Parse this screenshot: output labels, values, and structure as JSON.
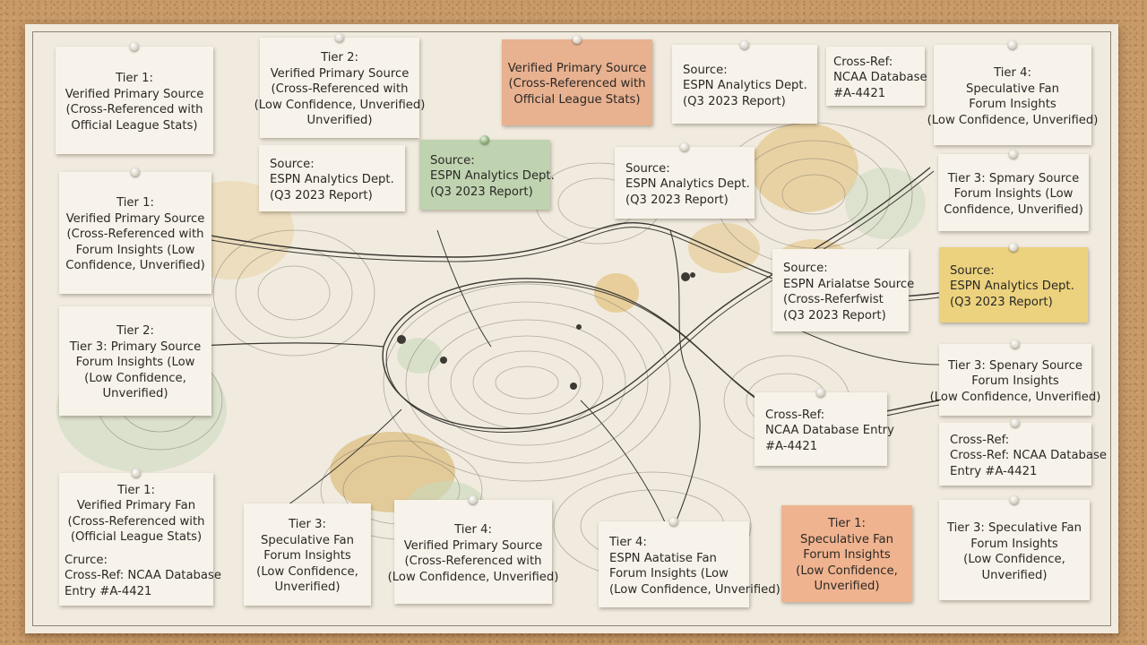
{
  "notes": [
    {
      "lines": [
        "Tier 1:",
        "Verified Primary Source",
        "(Cross-Referenced with",
        "Official League Stats)"
      ]
    },
    {
      "lines": [
        "Tier 2:",
        "Verified Primary Source",
        "(Cross-Referenced with",
        "(Low Confidence, Unverified)",
        "Unverified)"
      ]
    },
    {
      "lines": [
        "Verified Primary Source",
        "(Cross-Referenced with",
        "Official League Stats)"
      ]
    },
    {
      "lines": [
        "Source:",
        "ESPN Analytics Dept.",
        "(Q3 2023 Report)"
      ]
    },
    {
      "lines": [
        "Cross-Ref:",
        "NCAA Database",
        "#A-4421"
      ]
    },
    {
      "lines": [
        "Tier 4:",
        "Speculative Fan",
        "Forum Insights",
        "(Low Confidence, Unverified)"
      ]
    },
    {
      "lines": [
        "Source:",
        "ESPN Analytics Dept.",
        "(Q3 2023 Report)"
      ]
    },
    {
      "lines": [
        "Source:",
        "ESPN Analytics Dept.",
        "(Q3 2023 Report)"
      ]
    },
    {
      "lines": [
        "Source:",
        "ESPN Analytics Dept.",
        "(Q3 2023 Report)"
      ]
    },
    {
      "lines": [
        "Tier 1:",
        "Verified Primary Source",
        "(Cross-Referenced with",
        "Forum Insights (Low",
        "Confidence, Unverified)"
      ]
    },
    {
      "lines": [
        "Tier 3: Spmary Source",
        "Forum Insights (Low",
        "Confidence, Unverified)"
      ]
    },
    {
      "lines": [
        "Source:",
        "ESPN Arialatse Source",
        "(Cross-Referfwist",
        "(Q3 2023 Report)"
      ]
    },
    {
      "lines": [
        "Source:",
        "ESPN Analytics Dept.",
        "(Q3 2023 Report)"
      ]
    },
    {
      "lines": [
        "Tier 2:",
        "Tier 3: Primary Source",
        "Forum Insights (Low",
        "(Low Confidence,",
        "Unverified)"
      ]
    },
    {
      "lines": [
        "Tier 3: Spenary Source",
        "Forum Insights",
        "(Low Confidence, Unverified)"
      ]
    },
    {
      "lines": [
        "Cross-Ref:",
        "NCAA Database Entry",
        "#A-4421"
      ]
    },
    {
      "lines": [
        "Cross-Ref:",
        "Cross-Ref: NCAA Database",
        "Entry #A-4421"
      ]
    },
    {
      "lines": [
        "Tier 1:",
        "Verified Primary Fan",
        "(Cross-Referenced with",
        "(Official League Stats)"
      ],
      "sub": [
        "Crurce:",
        "Cross-Ref: NCAA Database",
        "Entry #A-4421"
      ]
    },
    {
      "lines": [
        "Tier 3:",
        "Speculative Fan",
        "Forum Insights",
        "(Low Confidence,",
        "Unverified)"
      ]
    },
    {
      "lines": [
        "Tier 4:",
        "Verified Primary Source",
        "(Cross-Referenced with",
        "(Low Confidence, Unverified)"
      ]
    },
    {
      "lines": [
        "Tier 4:",
        "ESPN Aatatise Fan",
        "Forum Insights (Low",
        "(Low Confidence, Unverified)"
      ]
    },
    {
      "lines": [
        "Tier 1:",
        "Speculative Fan",
        "Forum Insights",
        "(Low Confidence,",
        "Unverified)"
      ]
    },
    {
      "lines": [
        "Tier 3: Speculative Fan",
        "Forum Insights",
        "(Low Confidence,",
        "Unverified)"
      ]
    }
  ],
  "colors": {
    "board": "#f1ebdf",
    "cork": "#c89a68",
    "note_default": "#f7f3ea",
    "note_peach": "#e8b190",
    "note_green": "#bfd3b0",
    "note_yellow": "#ecd27e",
    "terrain_ochre": "#e3c27d",
    "terrain_green": "#c9d9bd",
    "contour": "#7b756a"
  }
}
